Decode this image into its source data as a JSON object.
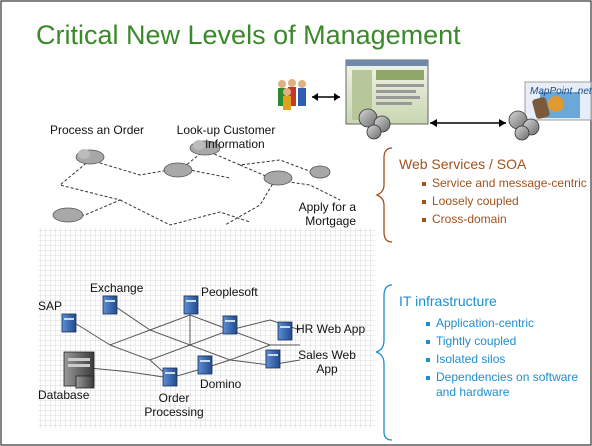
{
  "slide": {
    "title": "Critical New Levels of Management"
  },
  "top_diagram": {
    "labels": {
      "process_order": "Process an Order",
      "lookup_customer_line1": "Look-up Customer",
      "lookup_customer_line2": "information",
      "apply_mortgage_line1": "Apply for a",
      "apply_mortgage_line2": "Mortgage"
    },
    "mappoint_label": "MapPoint .net"
  },
  "web_services_panel": {
    "heading": "Web Services / SOA",
    "bullets": [
      "Service and message-centric",
      "Loosely coupled",
      "Cross-domain"
    ],
    "color": "#a0521d"
  },
  "it_panel": {
    "heading": "IT infrastructure",
    "bullets": [
      "Application-centric",
      "Tightly coupled",
      "Isolated silos",
      "Dependencies on software and hardware"
    ],
    "color": "#1f8ecf"
  },
  "bottom_diagram": {
    "labels": {
      "sap": "SAP",
      "exchange": "Exchange",
      "peoplesoft": "Peoplesoft",
      "hr_web_app": "HR Web App",
      "sales_web_line1": "Sales Web",
      "sales_web_line2": "App",
      "database": "Database",
      "domino": "Domino",
      "order_line1": "Order",
      "order_line2": "Processing"
    }
  },
  "colors": {
    "title": "#3b8a2a",
    "server_blue": "#3d6fb6",
    "cloud_gray": "#9a9a9a"
  },
  "icons": [
    "people-group-icon",
    "browser-window-icon",
    "mappoint-service-icon",
    "gear-cluster-icon",
    "server-icon",
    "database-icon",
    "cloud-icon"
  ]
}
